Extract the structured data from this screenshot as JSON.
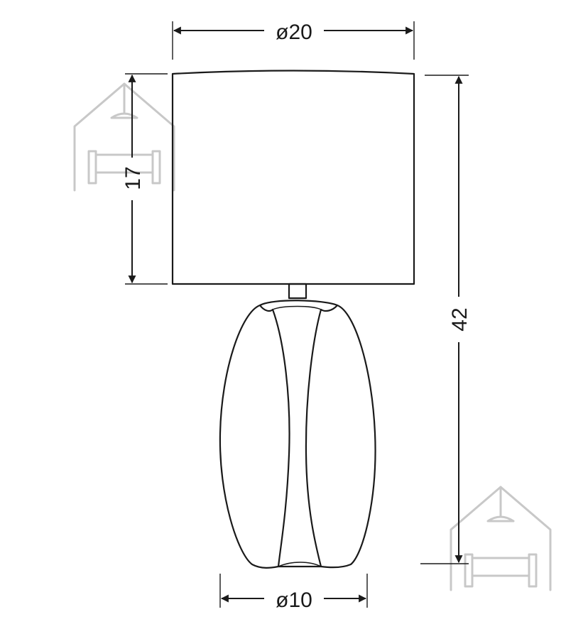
{
  "dimensions": {
    "shade_diameter": "ø20",
    "shade_height": "17",
    "total_height": "42",
    "base_diameter": "ø10"
  },
  "colors": {
    "ink": "#1a1a1a",
    "watermark": "#c8c8c8",
    "background": "#ffffff"
  },
  "icons": {
    "watermark_top": "house-lamp-sofa-icon",
    "watermark_bottom": "house-lamp-sofa-icon"
  }
}
